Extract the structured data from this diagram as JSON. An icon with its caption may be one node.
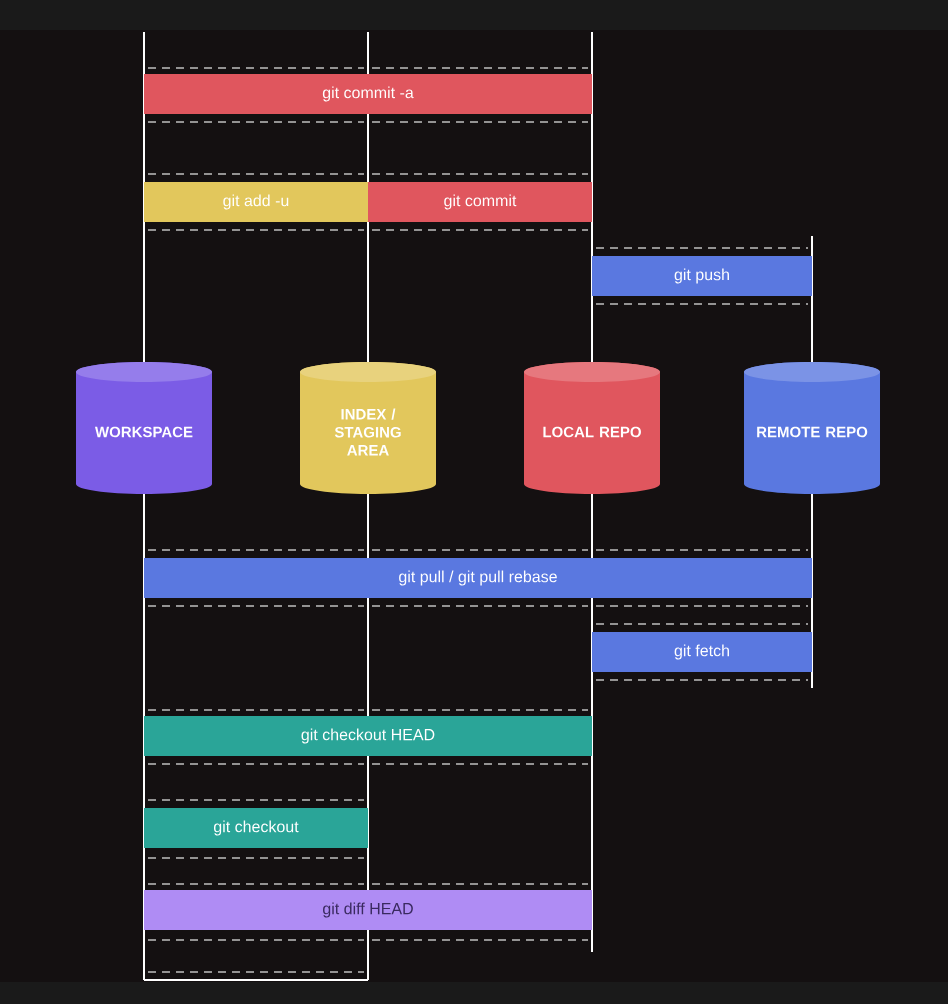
{
  "diagram": {
    "nodes": [
      {
        "text": [
          "git commit -a"
        ]
      },
      {
        "text": [
          "git add -u"
        ]
      },
      {
        "text": [
          "git commit"
        ]
      },
      {
        "text": [
          "git push"
        ]
      },
      {
        "text": [
          "WORKSPACE"
        ]
      },
      {
        "text": [
          "INDEX / STAGING AREA"
        ]
      },
      {
        "text": [
          "LOCAL REPO"
        ]
      },
      {
        "text": [
          "REMOTE REPO"
        ]
      },
      {
        "text": [
          "git pull / git pull rebase"
        ]
      },
      {
        "text": [
          "git fetch"
        ]
      },
      {
        "text": [
          "git checkout HEAD"
        ]
      },
      {
        "text": [
          "git checkout"
        ]
      },
      {
        "text": [
          "git diff HEAD"
        ]
      }
    ]
  }
}
